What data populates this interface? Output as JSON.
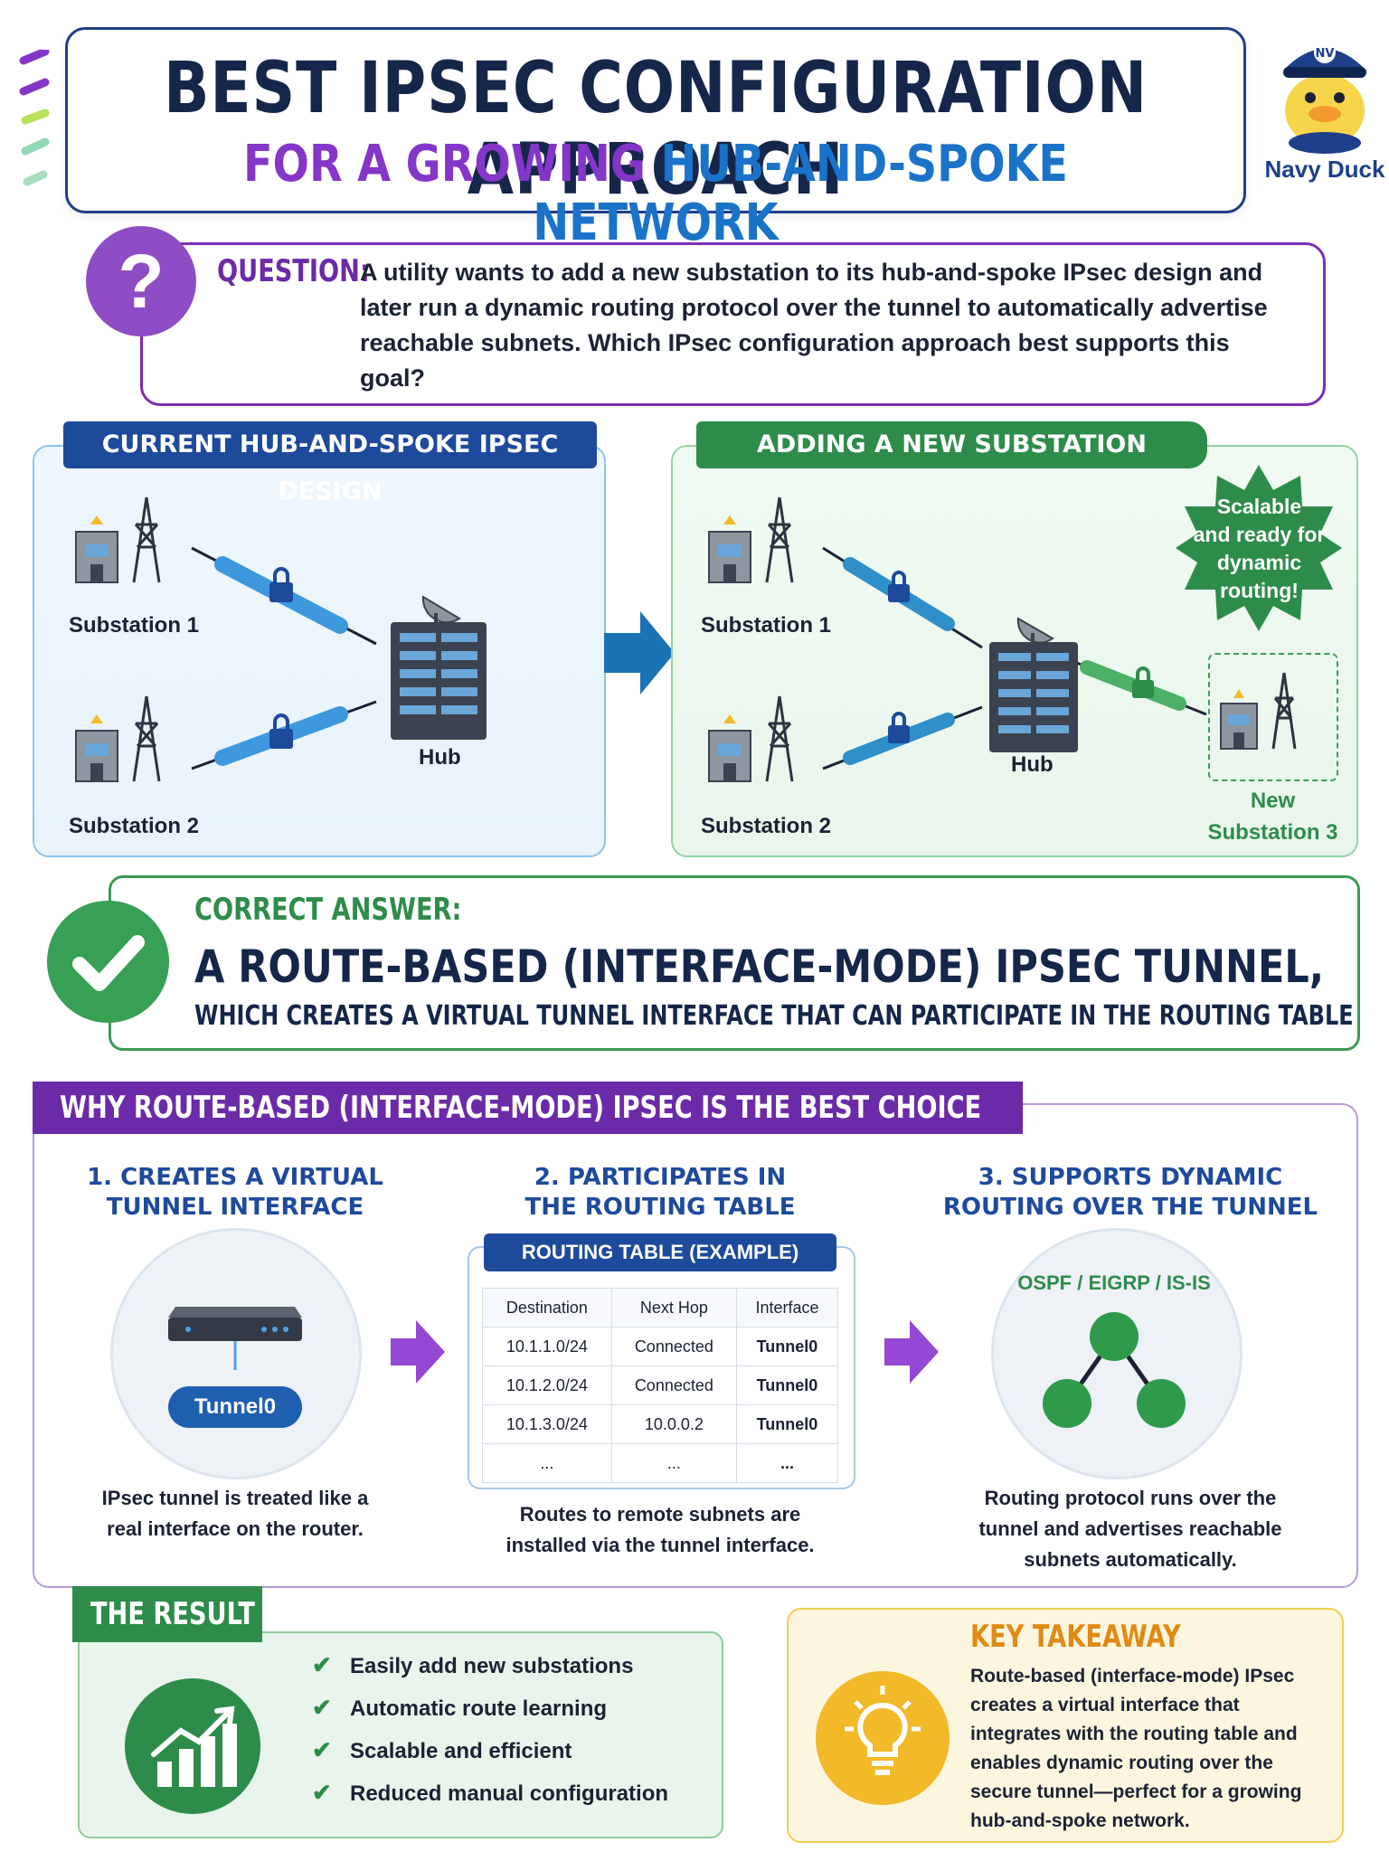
{
  "header": {
    "title": "BEST IPSEC CONFIGURATION APPROACH",
    "subtitle_part1": "FOR A GROWING",
    "subtitle_part2": "HUB-AND-SPOKE NETWORK",
    "mascot_name": "Navy Duck"
  },
  "question": {
    "label": "QUESTION:",
    "text": "A utility wants to add a new substation to its hub-and-spoke IPsec design and later run a dynamic routing protocol over the tunnel to automatically advertise reachable subnets. Which IPsec configuration approach best supports this goal?"
  },
  "diagram_current": {
    "header": "CURRENT HUB-AND-SPOKE IPSEC DESIGN",
    "substation1": "Substation 1",
    "substation2": "Substation 2",
    "hub": "Hub"
  },
  "diagram_new": {
    "header": "ADDING A NEW SUBSTATION",
    "substation1": "Substation 1",
    "substation2": "Substation 2",
    "hub": "Hub",
    "badge_line1": "Scalable",
    "badge_line2": "and ready for",
    "badge_line3": "dynamic",
    "badge_line4": "routing!",
    "new_line1": "New",
    "new_line2": "Substation 3"
  },
  "answer": {
    "label": "CORRECT ANSWER:",
    "main": "A ROUTE-BASED (INTERFACE-MODE) IPSEC TUNNEL,",
    "sub": "WHICH CREATES A VIRTUAL TUNNEL INTERFACE THAT CAN PARTICIPATE IN THE ROUTING TABLE"
  },
  "why": {
    "title": "WHY ROUTE-BASED (INTERFACE-MODE) IPSEC IS THE BEST CHOICE",
    "col1": {
      "heading_line1": "1. CREATES A VIRTUAL",
      "heading_line2": "TUNNEL INTERFACE",
      "tunnel_label": "Tunnel0",
      "caption_line1": "IPsec tunnel is treated like a",
      "caption_line2": "real interface on the router."
    },
    "col2": {
      "heading_line1": "2. PARTICIPATES IN",
      "heading_line2": "THE ROUTING TABLE",
      "table_title": "ROUTING TABLE (EXAMPLE)",
      "columns": [
        "Destination",
        "Next Hop",
        "Interface"
      ],
      "rows": [
        [
          "10.1.1.0/24",
          "Connected",
          "Tunnel0"
        ],
        [
          "10.1.2.0/24",
          "Connected",
          "Tunnel0"
        ],
        [
          "10.1.3.0/24",
          "10.0.0.2",
          "Tunnel0"
        ],
        [
          "...",
          "...",
          "..."
        ]
      ],
      "caption_line1": "Routes to remote subnets are",
      "caption_line2": "installed via the tunnel interface."
    },
    "col3": {
      "heading_line1": "3. SUPPORTS DYNAMIC",
      "heading_line2": "ROUTING OVER THE TUNNEL",
      "protocols": "OSPF / EIGRP / IS-IS",
      "caption_line1": "Routing protocol runs over the",
      "caption_line2": "tunnel and advertises reachable",
      "caption_line3": "subnets automatically."
    }
  },
  "result": {
    "title": "THE RESULT",
    "items": [
      "Easily add new substations",
      "Automatic route learning",
      "Scalable and efficient",
      "Reduced manual configuration"
    ]
  },
  "takeaway": {
    "title": "KEY TAKEAWAY",
    "text": "Route-based (interface-mode) IPsec creates a virtual interface that integrates with the routing table and enables dynamic routing over the secure tunnel—perfect for a growing hub-and-spoke network."
  },
  "colors": {
    "navy": "#15264b",
    "purple": "#7b2fb5",
    "blue": "#1e4a9c",
    "green": "#2e8c4a",
    "amber": "#e08a14"
  }
}
